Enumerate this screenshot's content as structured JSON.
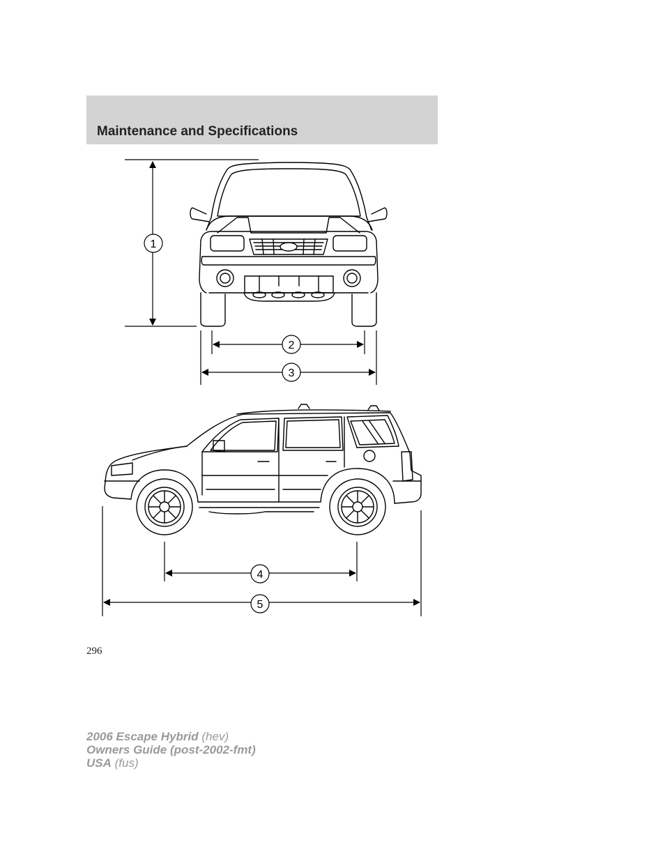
{
  "header": {
    "title": "Maintenance and Specifications"
  },
  "figure": {
    "callouts": [
      "1",
      "2",
      "3",
      "4",
      "5"
    ]
  },
  "page_number": "296",
  "footer": {
    "line1_bold": "2006 Escape Hybrid",
    "line1_light": "(hev)",
    "line2_bold": "Owners Guide (post-2002-fmt)",
    "line3_bold": "USA",
    "line3_light": "(fus)"
  }
}
